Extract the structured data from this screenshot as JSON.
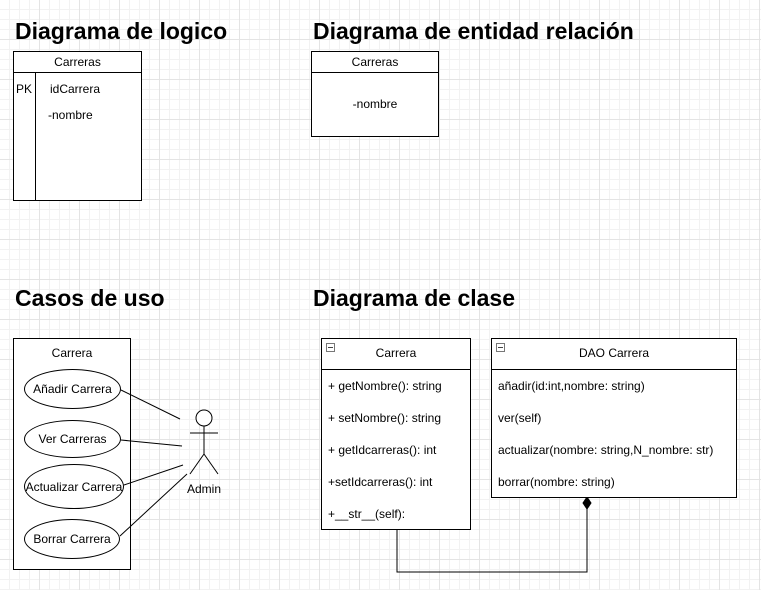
{
  "logical": {
    "title": "Diagrama de logico",
    "table": "Carreras",
    "pk": "PK",
    "fields": [
      "idCarrera",
      "-nombre"
    ]
  },
  "er": {
    "title": "Diagrama de entidad relación",
    "entity": "Carreras",
    "attribute": "-nombre"
  },
  "usecases": {
    "title": "Casos de uso",
    "system": "Carrera",
    "cases": [
      "Añadir Carrera",
      "Ver Carreras",
      "Actualizar Carrera",
      "Borrar Carrera"
    ],
    "actor": "Admin"
  },
  "classes": {
    "title": "Diagrama de clase",
    "carrera": {
      "name": "Carrera",
      "methods": [
        "+ getNombre(): string",
        "+ setNombre(): string",
        "+ getIdcarreras(): int",
        "+setIdcarreras(): int",
        "+__str__(self):"
      ]
    },
    "dao": {
      "name": "DAO Carrera",
      "methods": [
        "añadir(id:int,nombre: string)",
        "ver(self)",
        "actualizar(nombre: string,N_nombre: str)",
        "borrar(nombre: string)"
      ]
    }
  }
}
